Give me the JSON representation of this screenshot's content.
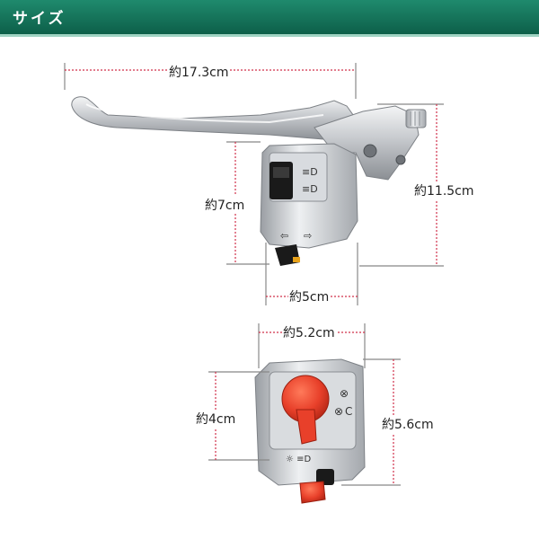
{
  "header": {
    "title": "サイズ",
    "color_top": "#1f8a6d",
    "color_bottom": "#0d5f49"
  },
  "colors": {
    "dimension_line": "#d0304a",
    "chrome": "#c9ccd0",
    "switch_black": "#1a1a1a",
    "kill_switch_red": "#e8402a"
  },
  "dimensions": {
    "lever_length": "約17.3cm",
    "lever_height": "約11.5cm",
    "left_switch_height": "約7cm",
    "left_switch_width": "約5cm",
    "right_switch_width": "約5.2cm",
    "right_switch_depth": "約4cm",
    "right_switch_height": "約5.6cm"
  }
}
